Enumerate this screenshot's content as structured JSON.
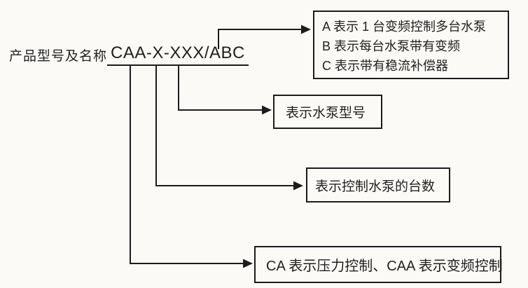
{
  "title": {
    "label": "产品型号及名称",
    "model": "CAA-X-XXX/ABC"
  },
  "boxes": {
    "abc": {
      "lines": [
        "A 表示 1 台变频控制多台水泵",
        "B 表示每台水泵带有变频",
        "C 表示带有稳流补偿器"
      ]
    },
    "pump_model": {
      "text": "表示水泵型号"
    },
    "pump_count": {
      "text": "表示控制水泵的台数"
    },
    "prefix": {
      "text": "CA 表示压力控制、CAA 表示变频控制"
    }
  },
  "colors": {
    "line": "#1c1c1c",
    "text": "#1f1f1f",
    "background": "#fbfaf7"
  }
}
